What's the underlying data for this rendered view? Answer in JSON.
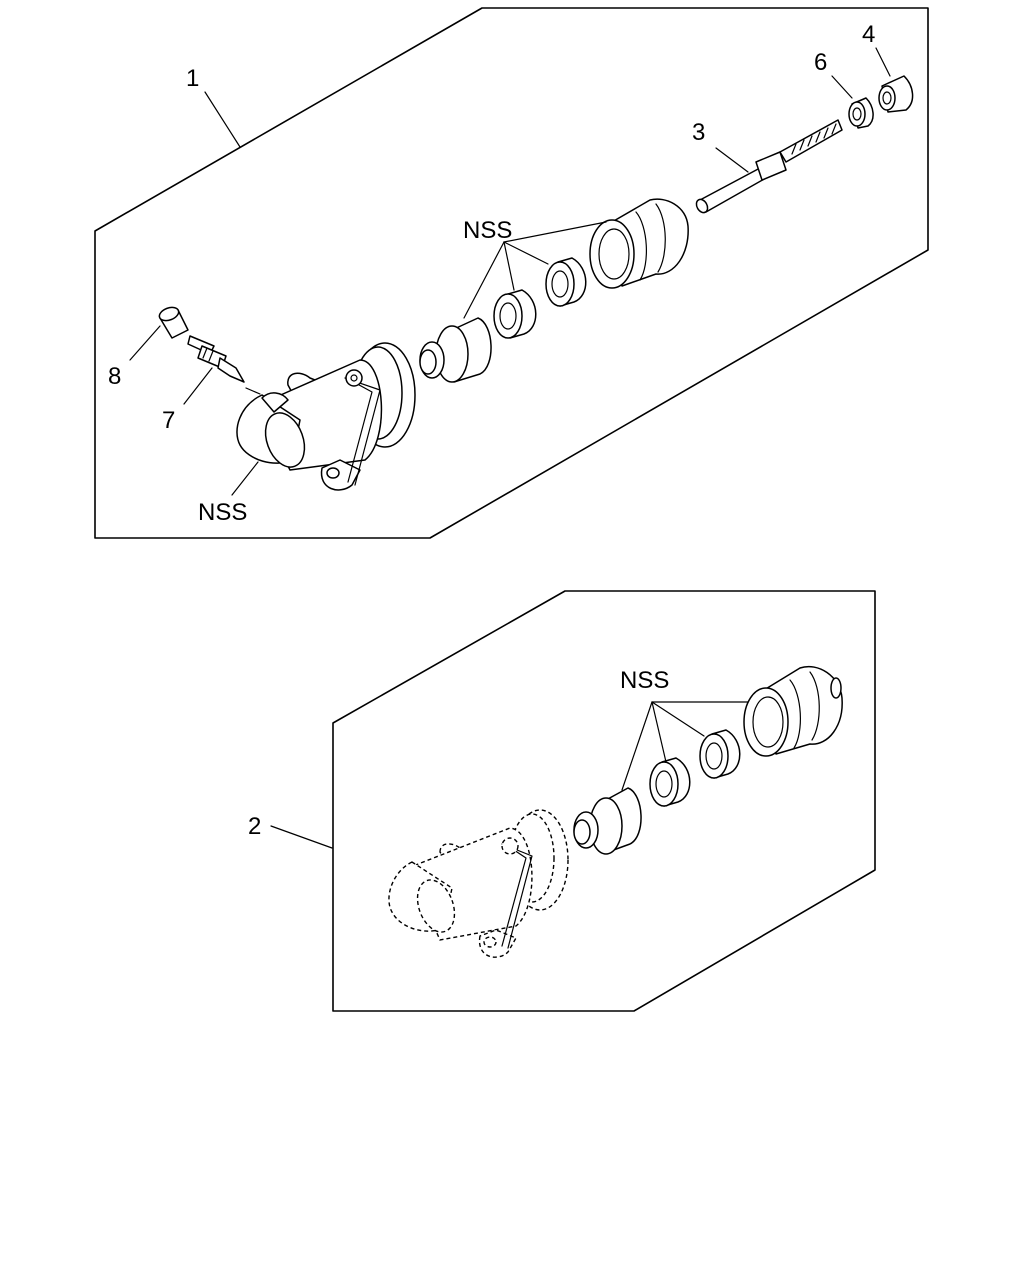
{
  "diagram": {
    "callouts": {
      "assembly_1": "1",
      "assembly_2": "2",
      "push_rod": "3",
      "nut": "4",
      "lock_nut": "6",
      "bleeder_screw": "7",
      "bleeder_cap": "8"
    },
    "nss_labels": {
      "upper_internal_parts": "NSS",
      "upper_housing": "NSS",
      "lower_internal_parts": "NSS"
    }
  }
}
